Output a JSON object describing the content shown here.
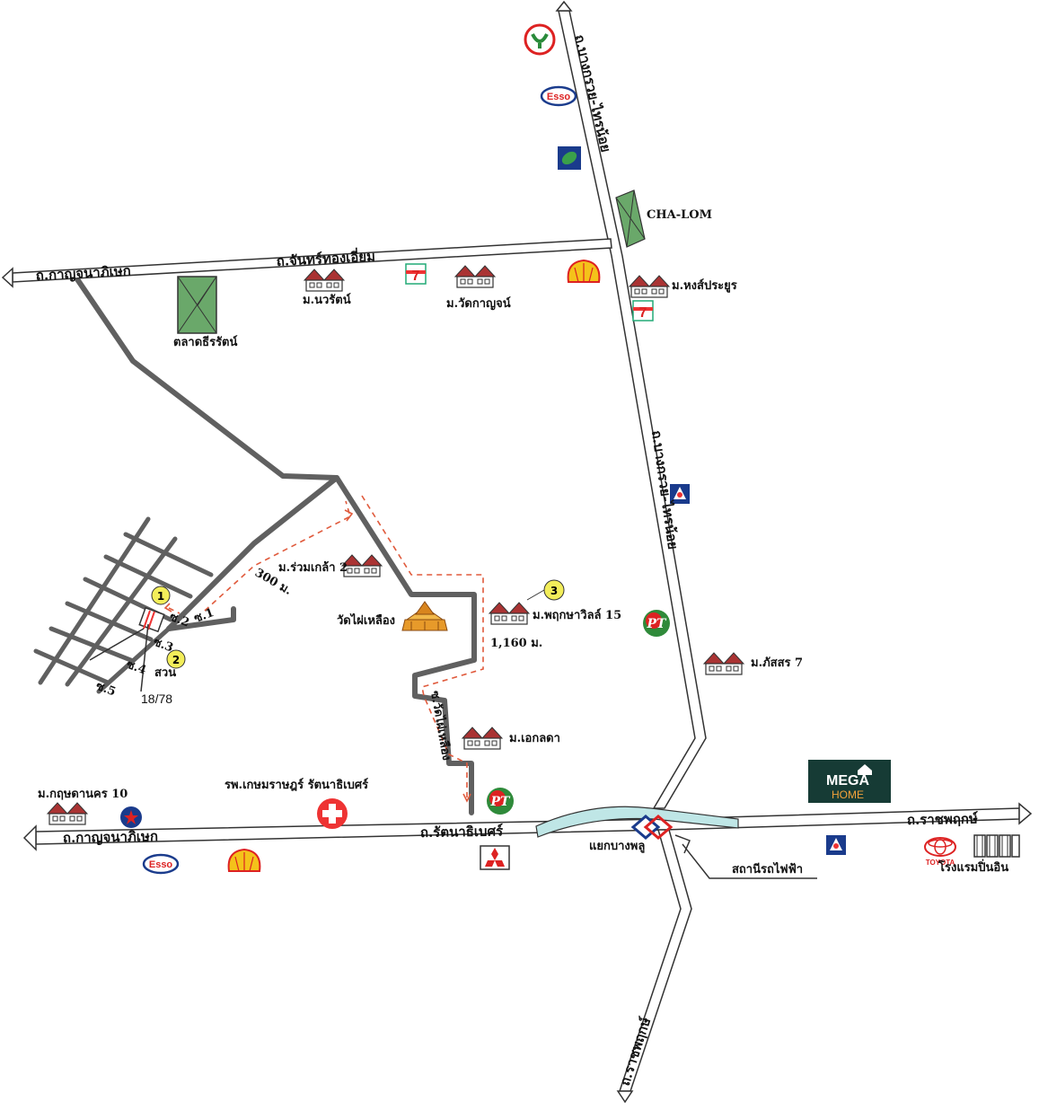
{
  "map": {
    "roads": {
      "kanchana_west_top": "ถ.กาญจนาภิเษก",
      "chan_thong_iam": "ถ.จันทร์ทองเอี่ยม",
      "bang_kruai_sai_noi_top": "ถ.บางกรวย-ไทรน้อย",
      "bang_kruai_sai_noi_mid": "ถ.บางกรวย-ไทรน้อย",
      "kanchana_bottom": "ถ.กาญจนาภิเษก",
      "rattanathibet": "ถ.รัตนาธิเบศร์",
      "ratchaphruek_east": "ถ.ราชพฤกษ์",
      "ratchaphruek_south": "ถ.ราชพฤกษ์",
      "soi_wat_phai_lueang": "ซ.วัดไผ่เหลือง"
    },
    "places": {
      "cha_lom": "CHA-LOM",
      "talat_thirarat": "ตลาดธีรรัตน์",
      "m_nawarat": "ม.นวรัตน์",
      "m_wat_kanchana": "ม.วัดกาญจน์",
      "m_hong_prayun": "ม.หงส์ประยูร",
      "m_ruam_kla_2": "ม.ร่วมเกล้า 2",
      "wat_phai_lueang": "วัดไผ่เหลือง",
      "m_phruksa_ville_15": "ม.พฤกษาวิลล์ 15",
      "m_phatsorn_7": "ม.ภัสสร 7",
      "m_ekladda": "ม.เอกลดา",
      "m_kritsadanakorn_10": "ม.กฤษดานคร 10",
      "hospital": "รพ.เกษมราษฎร์ รัตนาธิเบศร์",
      "yaek_bang_phlu": "แยกบางพลู",
      "train_station": "สถานีรถไฟฟ้า",
      "hotel": "โรงแรมปิ่นอิน",
      "garden": "สวน",
      "house_number": "18/78"
    },
    "distances": {
      "d300": "300 ม.",
      "d1160": "1,160 ม."
    },
    "sois": {
      "s1": "ซ.1",
      "s2": "ซ.2",
      "s3": "ซ.3",
      "s4": "ซ.4",
      "s5": "ซ.5"
    },
    "markers": {
      "m1": "1",
      "m2": "2",
      "m3": "3"
    },
    "logos": {
      "esso": "Esso",
      "seven": "7",
      "mega": "MEGA",
      "home": "HOME",
      "toyota": "TOYOTA",
      "pt": "PT"
    },
    "colors": {
      "road": "#606060",
      "route": "#e05a3c",
      "skytrain": "#bfe6e6",
      "market": "#6aa86a",
      "marker": "#f3ee5a"
    }
  }
}
